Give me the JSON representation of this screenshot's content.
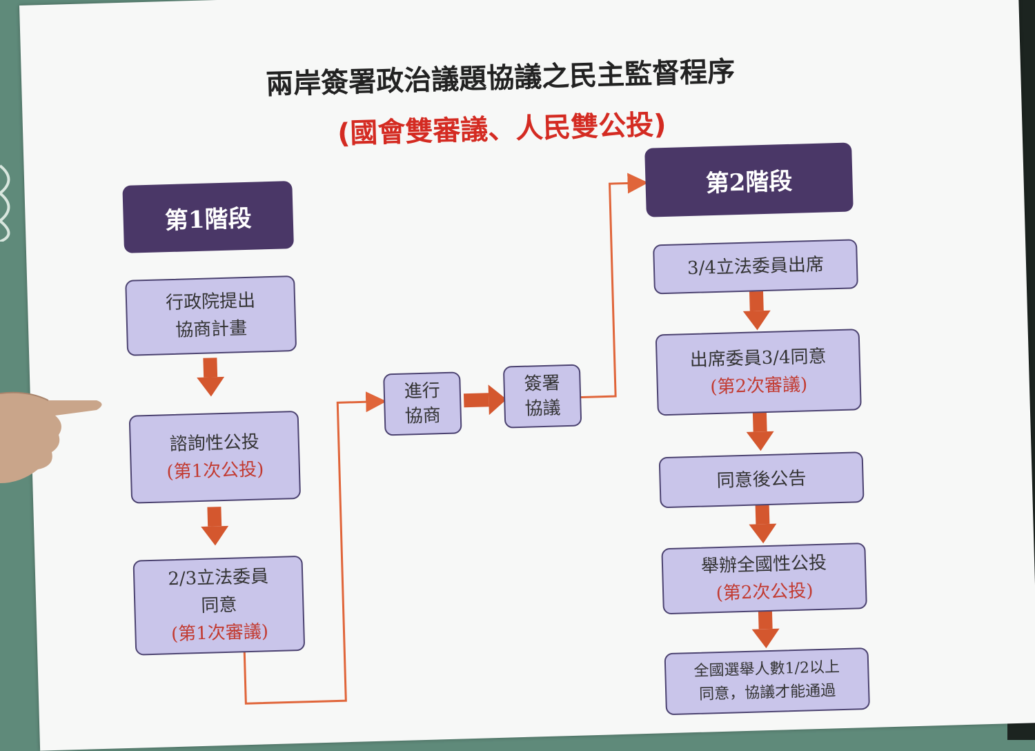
{
  "title": "兩岸簽署政治議題協議之民主監督程序",
  "subtitle": "(國會雙審議、人民雙公投)",
  "stage1": {
    "label": "第1階段",
    "steps": [
      {
        "lines": [
          "行政院提出",
          "協商計畫"
        ]
      },
      {
        "lines": [
          "諮詢性公投"
        ],
        "note": "(第1次公投)"
      },
      {
        "lines": [
          "2/3立法委員",
          "同意"
        ],
        "note": "(第1次審議)"
      }
    ]
  },
  "middle": {
    "negotiate": [
      "進行",
      "協商"
    ],
    "sign": [
      "簽署",
      "協議"
    ]
  },
  "stage2": {
    "label": "第2階段",
    "steps": [
      {
        "lines": [
          "3/4立法委員出席"
        ]
      },
      {
        "lines": [
          "出席委員3/4同意"
        ],
        "note": "(第2次審議)"
      },
      {
        "lines": [
          "同意後公告"
        ]
      },
      {
        "lines": [
          "舉辦全國性公投"
        ],
        "note": "(第2次公投)"
      },
      {
        "lines": [
          "全國選舉人數1/2以上",
          "同意，協議才能通過"
        ]
      }
    ]
  },
  "colors": {
    "box_fill": "#c9c5ea",
    "stage_fill": "#4a3767",
    "arrow": "#d4572e",
    "connector": "#e0653a",
    "note_red": "#c23a30",
    "subtitle_red": "#d42b22"
  }
}
